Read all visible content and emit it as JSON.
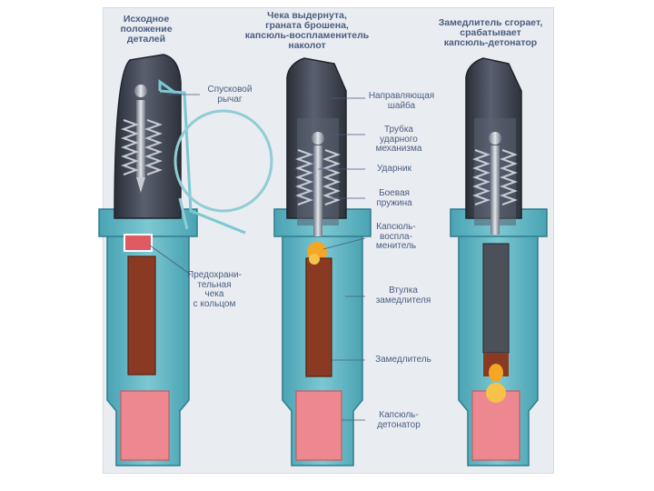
{
  "titles": {
    "col1": [
      "Исходное",
      "положение",
      "деталей"
    ],
    "col2": [
      "Чека выдернута,",
      "граната брошена,",
      "капсюль-воспламенитель",
      "наколот"
    ],
    "col3": [
      "Замедлитель сгорает,",
      "срабатывает",
      "капсюль-детонатор"
    ]
  },
  "labels": {
    "trigger_lever": [
      "Спусковой",
      "рычаг"
    ],
    "safety_pin": [
      "Предохрани-",
      "тельная",
      "чека",
      "с кольцом"
    ],
    "guide_washer": [
      "Направляющая",
      "шайба"
    ],
    "striker_tube": [
      "Трубка",
      "ударного",
      "механизма"
    ],
    "striker": [
      "Ударник"
    ],
    "firing_spring": [
      "Боевая",
      "пружина"
    ],
    "primer_igniter": [
      "Капсюль-",
      "воспла-",
      "менитель"
    ],
    "delay_sleeve": [
      "Втулка",
      "замедлителя"
    ],
    "delay": [
      "Замедлитель"
    ],
    "detonator": [
      "Капсюль-",
      "детонатор"
    ]
  },
  "colors": {
    "background": "#e9ecf0",
    "body_teal": "#58b4c2",
    "head_dark": "#383d4a",
    "delay_column": "#8a3a22",
    "detonator_pink": "#ee8890",
    "flame": "#f4a624",
    "label_text": "#4a5e82"
  }
}
